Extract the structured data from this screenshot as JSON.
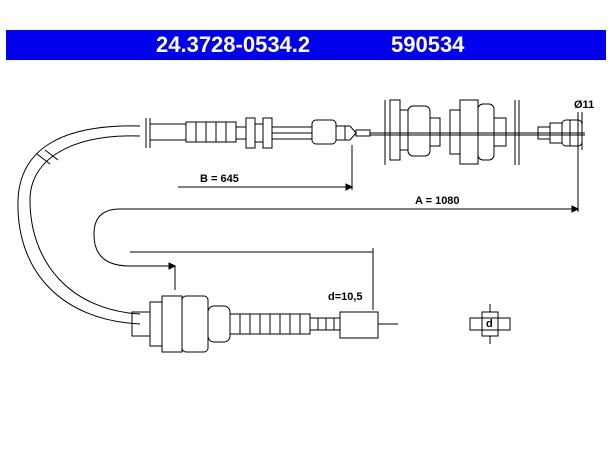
{
  "header": {
    "part_number": "24.3728-0534.2",
    "code": "590534",
    "background": "#0000ee"
  },
  "dimensions": {
    "b_label": "B = 645",
    "a_label": "A = 1080",
    "d_label": "d=10,5",
    "dia_label": "Ø11",
    "end_marker": "d"
  }
}
